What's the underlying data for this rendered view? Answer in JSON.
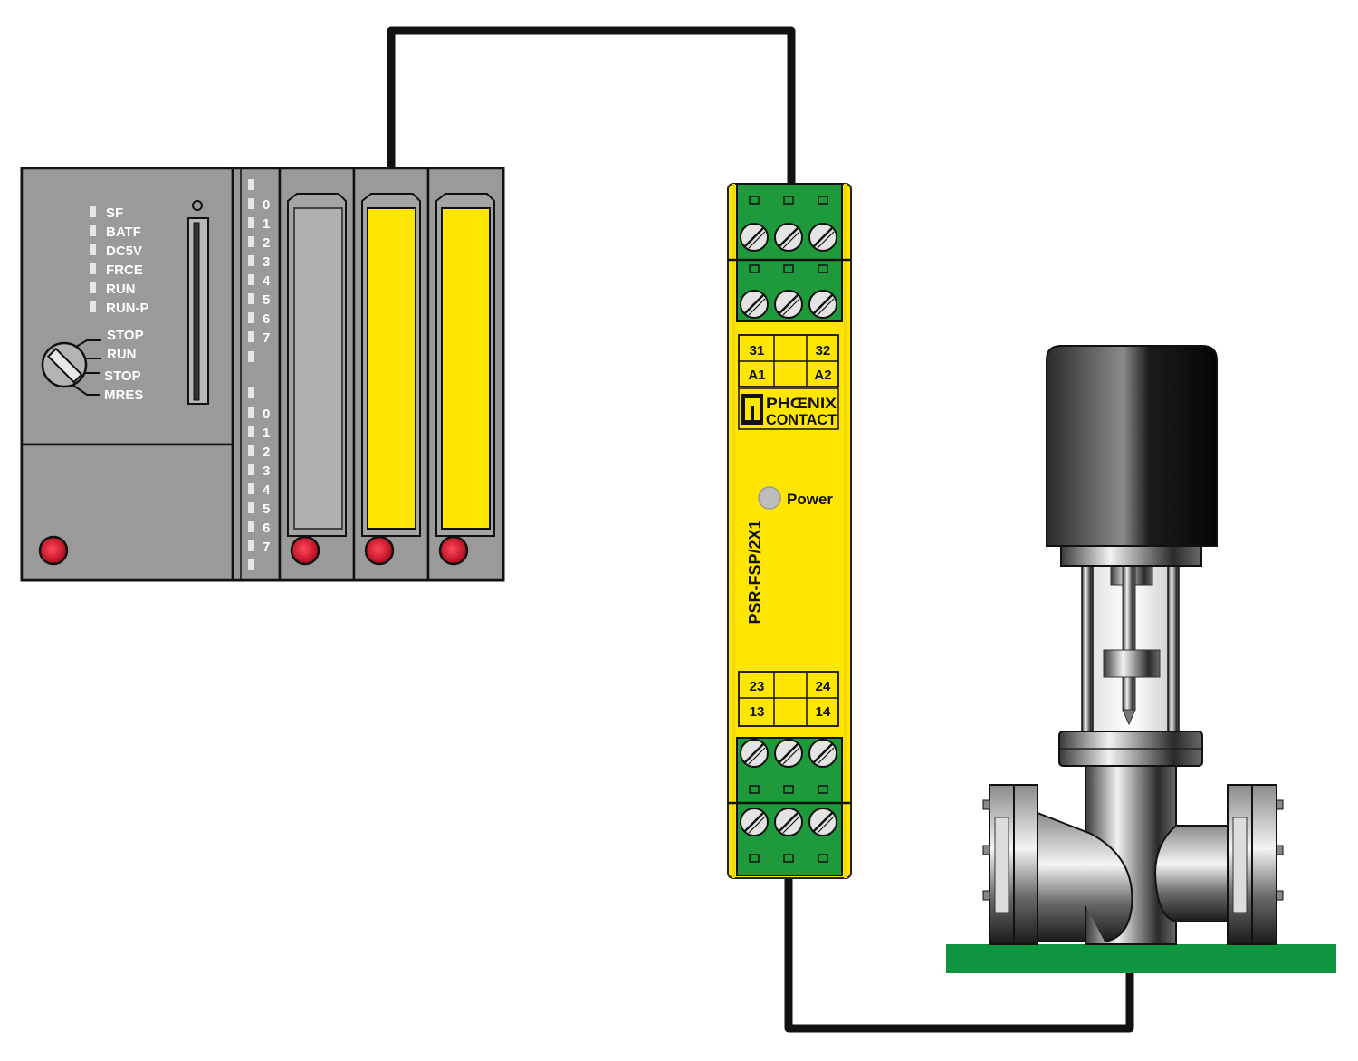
{
  "plc": {
    "status_leds": [
      "SF",
      "BATF",
      "DC5V",
      "FRCE",
      "RUN",
      "RUN-P"
    ],
    "mode_switch": [
      "STOP",
      "RUN",
      "STOP",
      "MRES"
    ],
    "channels_upper": [
      "0",
      "1",
      "2",
      "3",
      "4",
      "5",
      "6",
      "7"
    ],
    "channels_lower": [
      "0",
      "1",
      "2",
      "3",
      "4",
      "5",
      "6",
      "7"
    ]
  },
  "relay": {
    "terminals_top": [
      "31",
      "32",
      "A1",
      "A2"
    ],
    "terminals_bottom": [
      "23",
      "24",
      "13",
      "14"
    ],
    "brand": [
      "PHŒNIX",
      "CONTACT"
    ],
    "power_label": "Power",
    "model": "PSR-FSP/2X1"
  },
  "colors": {
    "plc_gray": "#9a9a9a",
    "module_yellow": "#ffe600",
    "terminal_green": "#1e9a3c",
    "base_green": "#0f9440",
    "led_red": "#d8112a",
    "wire": "#111111"
  }
}
